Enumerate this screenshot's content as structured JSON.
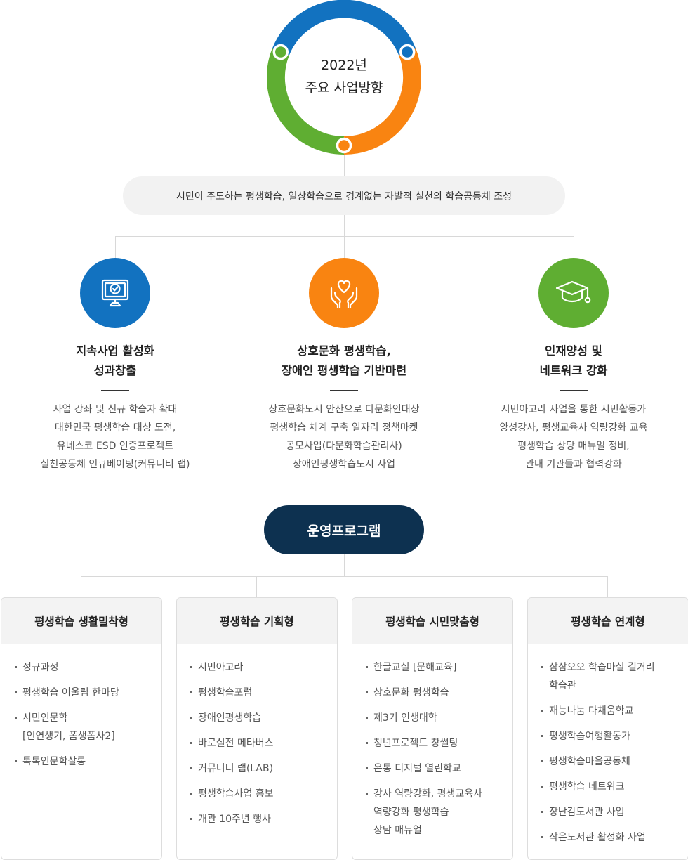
{
  "ring": {
    "year": "2022년",
    "title": "주요 사업방향",
    "colors": {
      "blue": "#1272c0",
      "orange": "#f98411",
      "green": "#5fae32"
    }
  },
  "vision": "시민이 주도하는 평생학습, 일상학습으로 경계없는 자발적 실천의 학습공동체 조성",
  "directions": [
    {
      "icon": "monitor-check-icon",
      "color": "#1272c0",
      "title": [
        "지속사업 활성화",
        "성과창출"
      ],
      "desc": [
        "사업 강좌 및 신규 학습자 확대",
        "대한민국 평생학습 대상 도전,",
        "유네스코 ESD 인증프로젝트",
        "실천공동체 인큐베이팅(커뮤니티 랩)"
      ]
    },
    {
      "icon": "hands-heart-icon",
      "color": "#f98411",
      "title": [
        "상호문화 평생학습,",
        "장애인 평생학습 기반마련"
      ],
      "desc": [
        "상호문화도시 안산으로 다문화인대상",
        "평생학습 체계 구축 일자리 정책마켓",
        "공모사업(다문화학습관리사)",
        "장애인평생학습도시 사업"
      ]
    },
    {
      "icon": "graduation-cap-icon",
      "color": "#5fae32",
      "title": [
        "인재양성 및",
        "네트워크 강화"
      ],
      "desc": [
        "시민아고라 사업을 통한 시민활동가",
        "양성강사, 평생교육사 역량강화 교육",
        "평생학습 상당 매뉴얼 정비,",
        "관내 기관들과 협력강화"
      ]
    }
  ],
  "program_label": "운영프로그램",
  "programs": [
    {
      "title": "평생학습 생활밀착형",
      "items": [
        [
          "정규과정"
        ],
        [
          "평생학습 어울림 한마당"
        ],
        [
          "시민인문학",
          "[인연생기, 폼생폼사2]"
        ],
        [
          "톡톡인문학살롱"
        ]
      ]
    },
    {
      "title": "평생학습 기획형",
      "items": [
        [
          "시민아고라"
        ],
        [
          "평생학습포럼"
        ],
        [
          "장애인평생학습"
        ],
        [
          "바로실전 메타버스"
        ],
        [
          "커뮤니티 랩(LAB)"
        ],
        [
          "평생학습사업 홍보"
        ],
        [
          "개관 10주년 행사"
        ]
      ]
    },
    {
      "title": "평생학습 시민맞춤형",
      "items": [
        [
          "한글교실 [문해교육]"
        ],
        [
          "상호문화 평생학습"
        ],
        [
          "제3기 인생대학"
        ],
        [
          "청년프로젝트 창썰팅"
        ],
        [
          "온통 디지털 열린학교"
        ],
        [
          "강사 역량강화, 평생교육사",
          "역량강화 평생학습",
          "상담 매뉴얼"
        ]
      ]
    },
    {
      "title": "평생학습 연계형",
      "items": [
        [
          "삼삼오오 학습마실 길거리",
          "학습관"
        ],
        [
          "재능나눔 다채움학교"
        ],
        [
          "평생학습여행활동가"
        ],
        [
          "평생학습마을공동체"
        ],
        [
          "평생학습 네트워크"
        ],
        [
          "장난감도서관 사업"
        ],
        [
          "작은도서관 활성화 사업"
        ]
      ]
    }
  ]
}
